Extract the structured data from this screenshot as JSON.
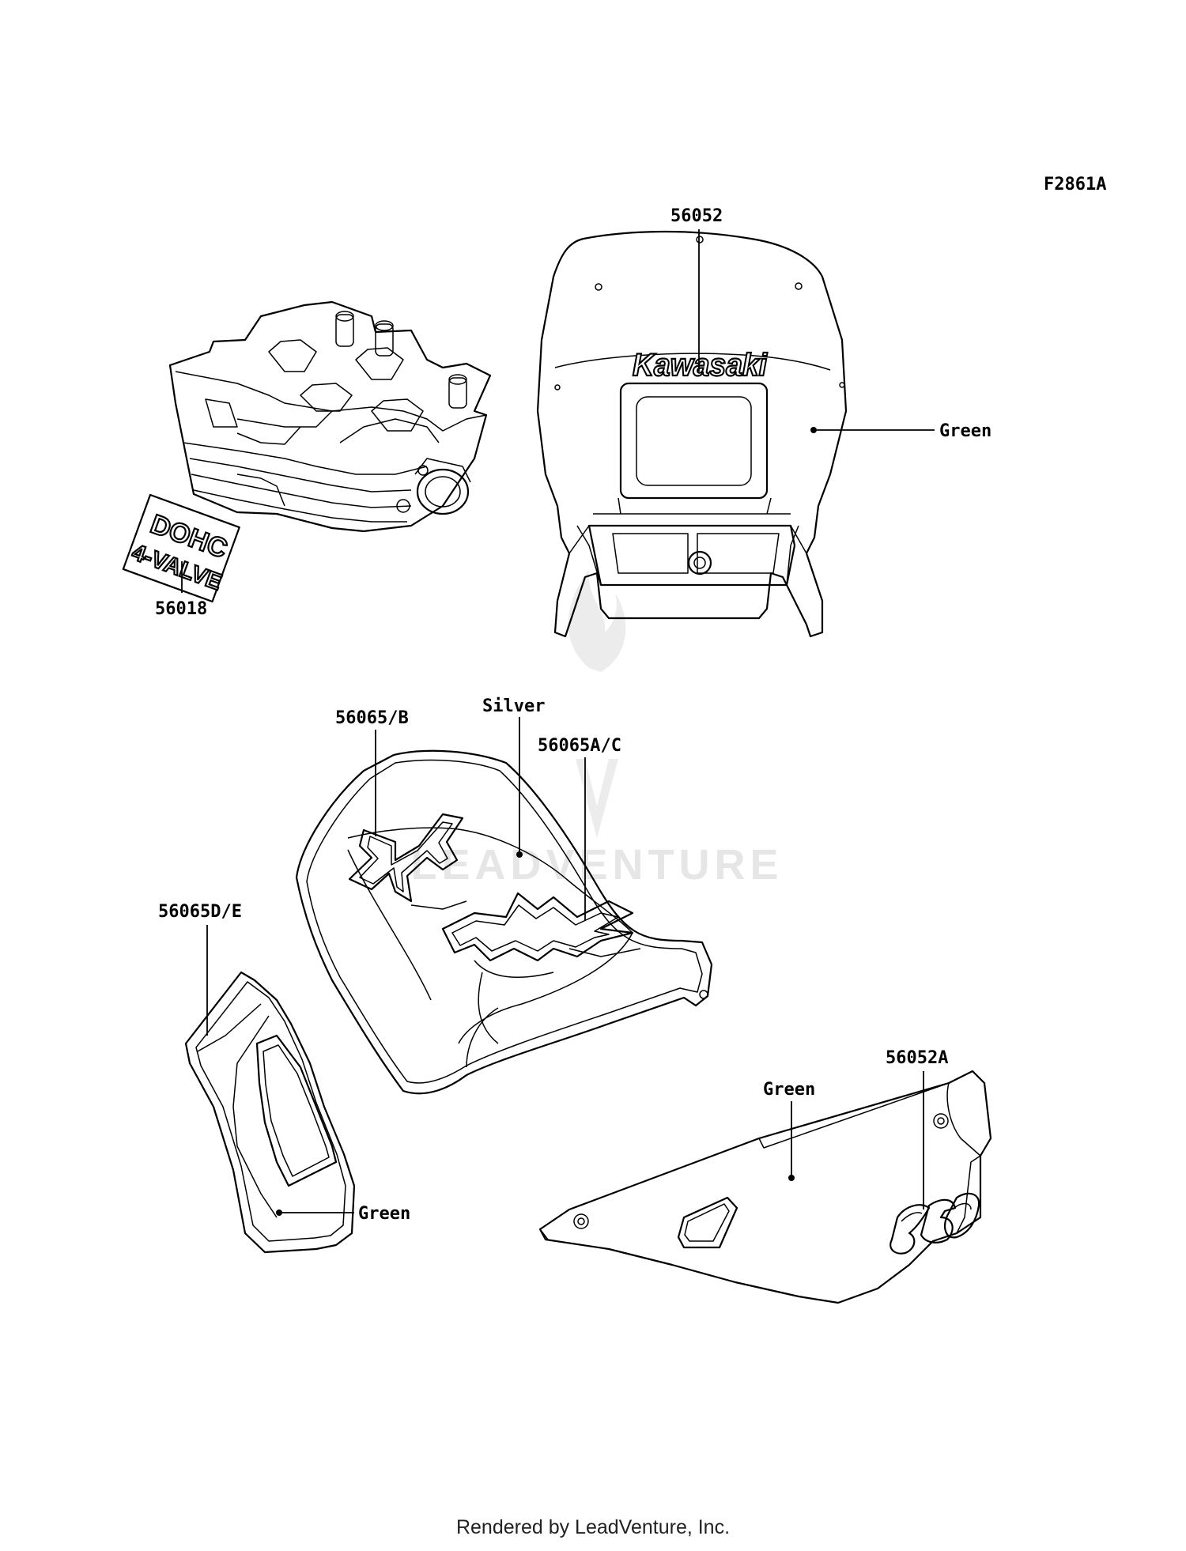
{
  "figure_code": "F2861A",
  "watermark": "LEADVENTURE",
  "footer": "Rendered by LeadVenture, Inc.",
  "callouts": {
    "cylinder_head_label": "56018",
    "cowl_label": "56052",
    "cowl_color": "Green",
    "tank_color": "Silver",
    "tank_left_label": "56065/B",
    "tank_right_label": "56065A/C",
    "shroud_label": "56065D/E",
    "shroud_color": "Green",
    "side_cover_label": "56052A",
    "side_cover_color": "Green"
  },
  "decal_text": {
    "dohc": "DOHC",
    "valve": "4-VALVE",
    "brand": "Kawasaki"
  }
}
